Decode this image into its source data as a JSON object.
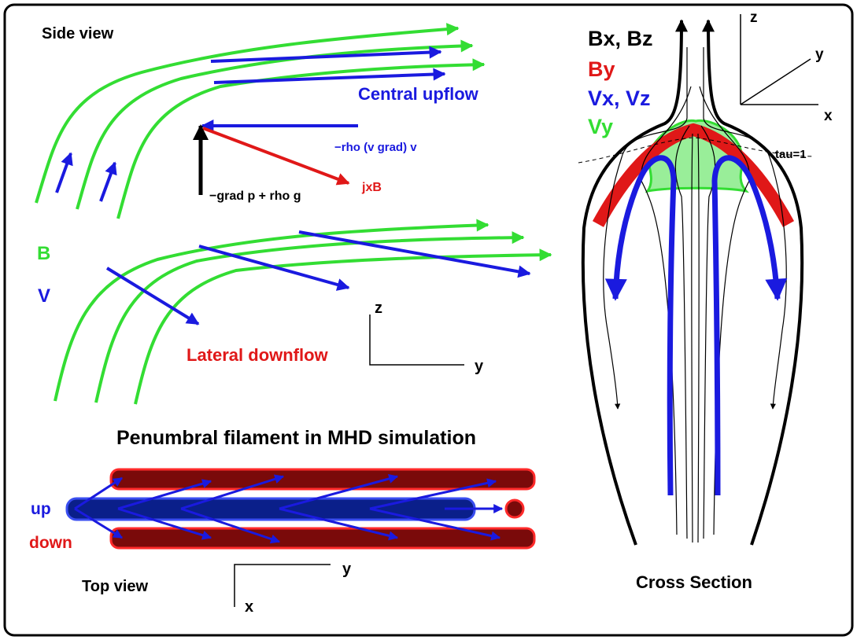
{
  "colors": {
    "field_green": "#33dd33",
    "velocity_blue": "#1a1adf",
    "force_red": "#e01818",
    "black": "#000000",
    "up_fill": "#0a1f8a",
    "up_stroke": "#3a4ef0",
    "down_fill": "#7a0a0a",
    "down_stroke": "#ff2a2a",
    "vy_fill": "#99ee99"
  },
  "side_view": {
    "title": "Side view",
    "central_upflow": "Central upflow",
    "lateral_downflow": "Lateral downflow",
    "legend_b": "B",
    "legend_v": "V",
    "force_inertial": "−rho (v grad) v",
    "force_lorentz": "jxB",
    "force_pressure": "−grad p + rho g",
    "axis_z": "z",
    "axis_y": "y"
  },
  "main_title": "Penumbral filament in MHD simulation",
  "top_view": {
    "title": "Top view",
    "label_up": "up",
    "label_down": "down",
    "axis_y": "y",
    "axis_x": "x"
  },
  "cross_section": {
    "title": "Cross Section",
    "legend": [
      {
        "text": "Bx, Bz",
        "color": "#000000"
      },
      {
        "text": "By",
        "color": "#e01818"
      },
      {
        "text": "Vx, Vz",
        "color": "#1a1adf"
      },
      {
        "text": "Vy",
        "color": "#33dd33"
      }
    ],
    "tau_label": "tau=1",
    "axis_z": "z",
    "axis_y": "y",
    "axis_x": "x"
  }
}
